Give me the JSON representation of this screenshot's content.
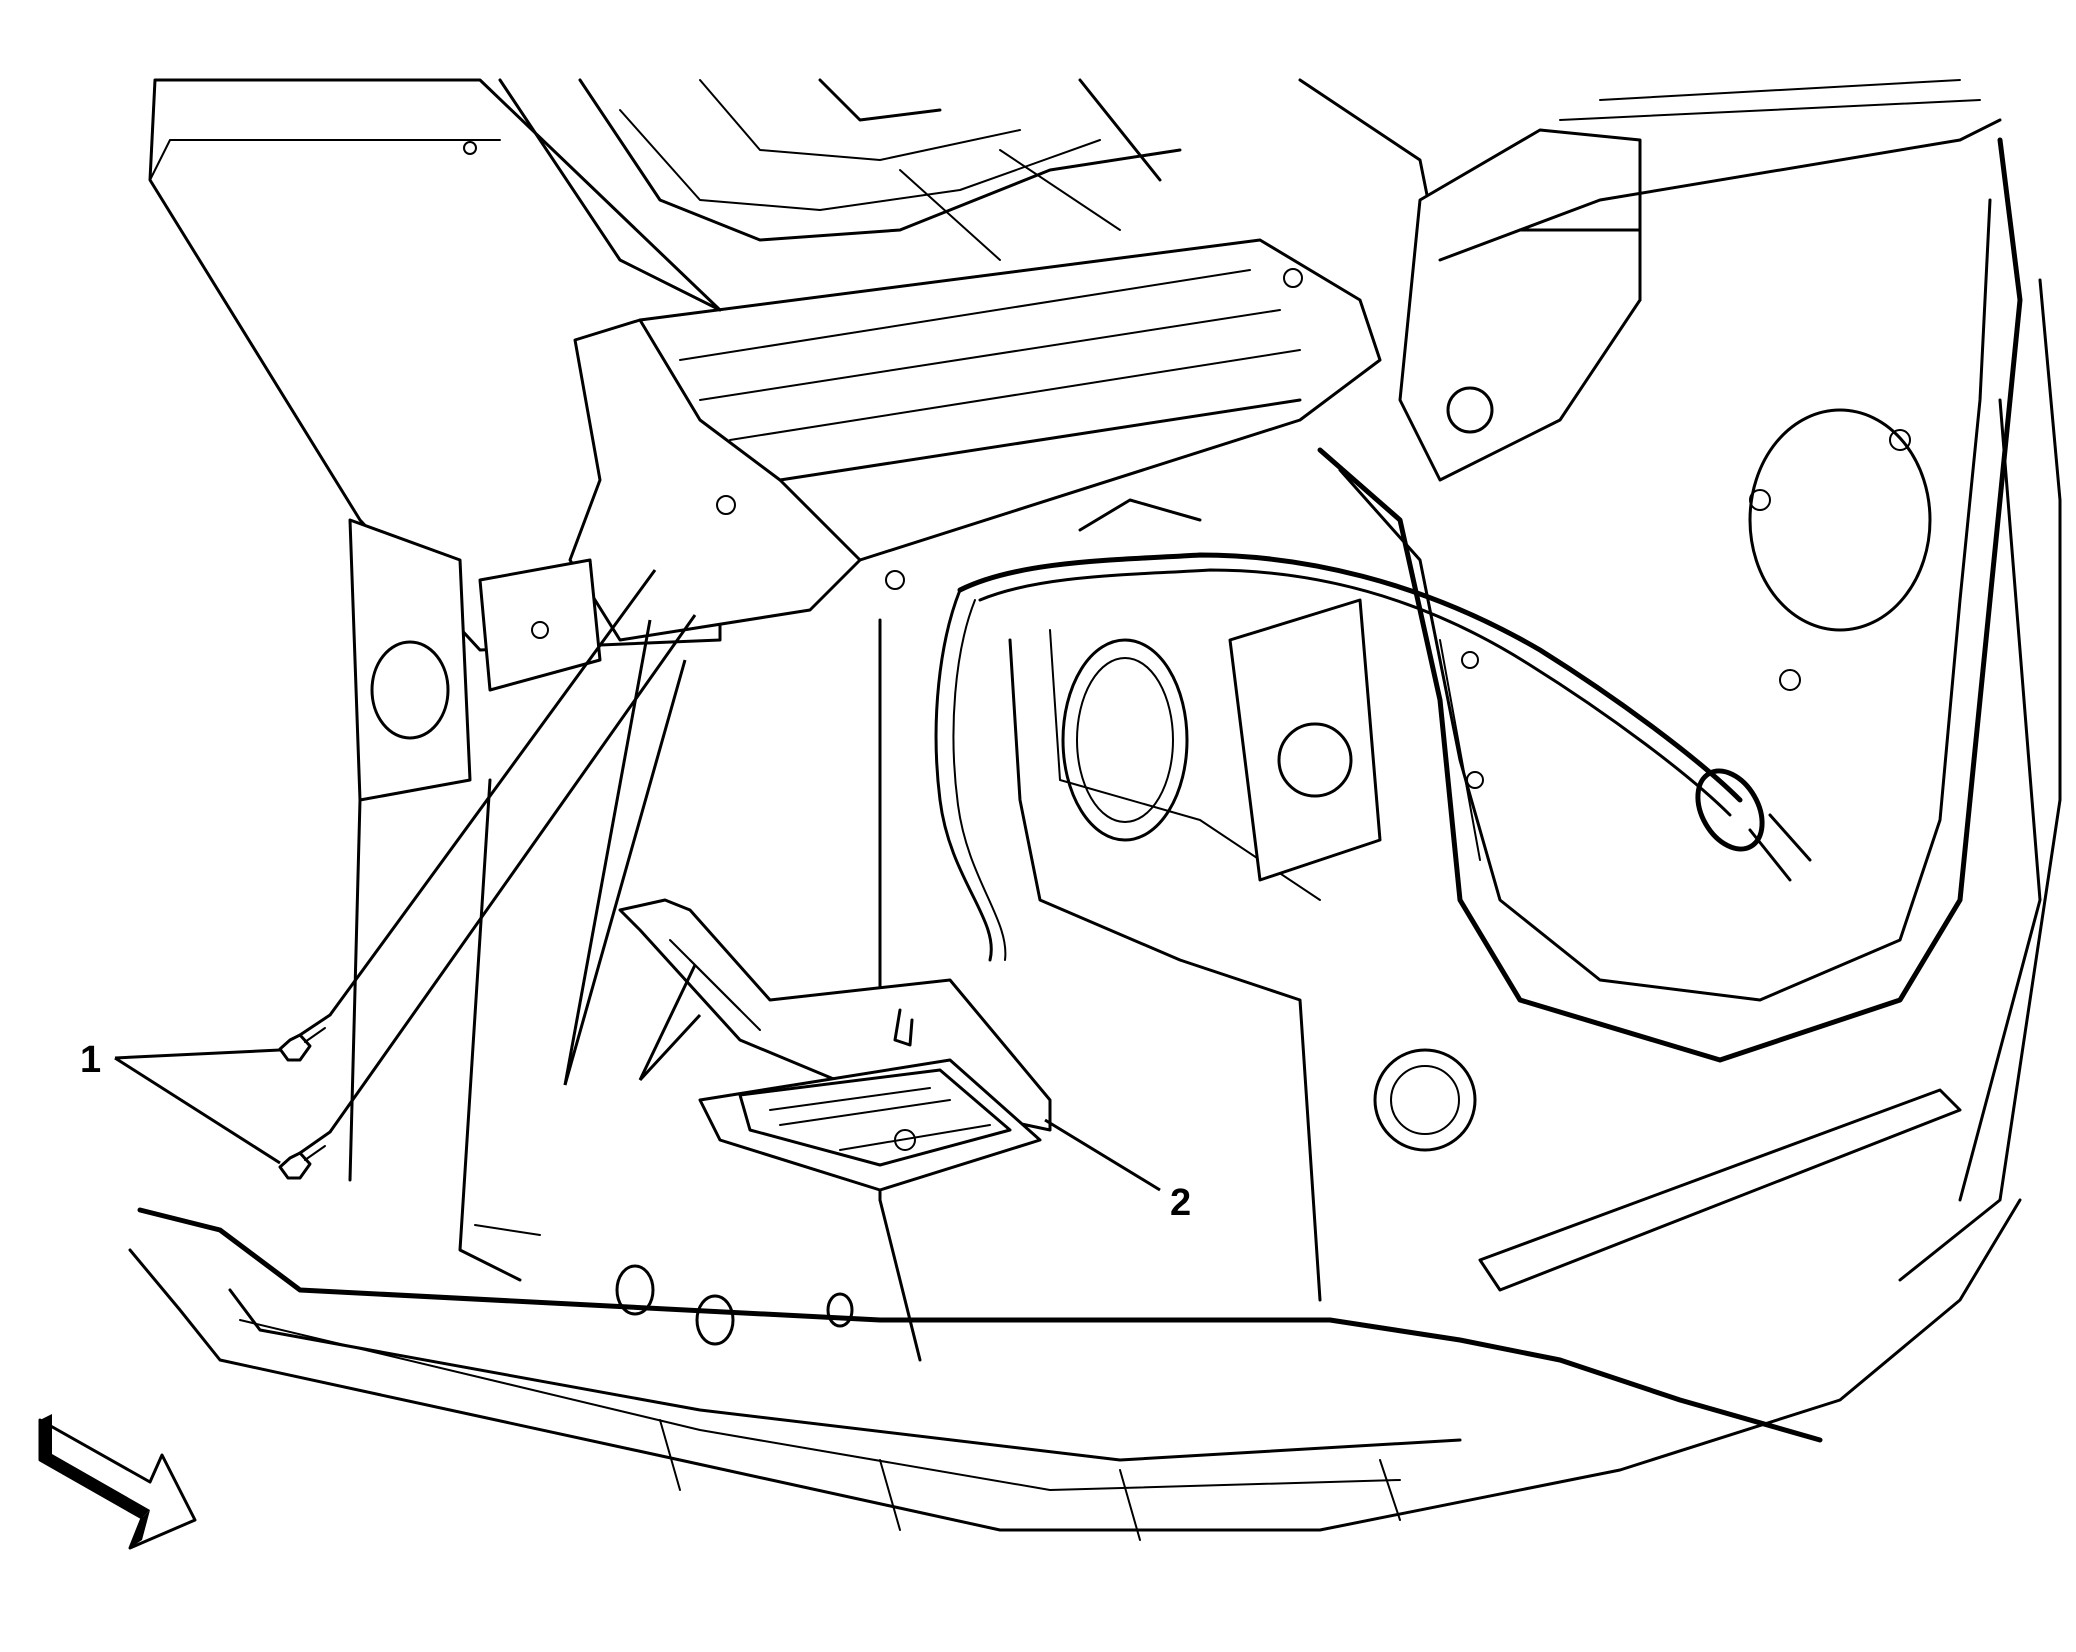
{
  "callouts": [
    {
      "id": "1",
      "label": "1"
    },
    {
      "id": "2",
      "label": "2"
    }
  ],
  "icons": {
    "front_arrow": "direction-arrow-icon"
  }
}
